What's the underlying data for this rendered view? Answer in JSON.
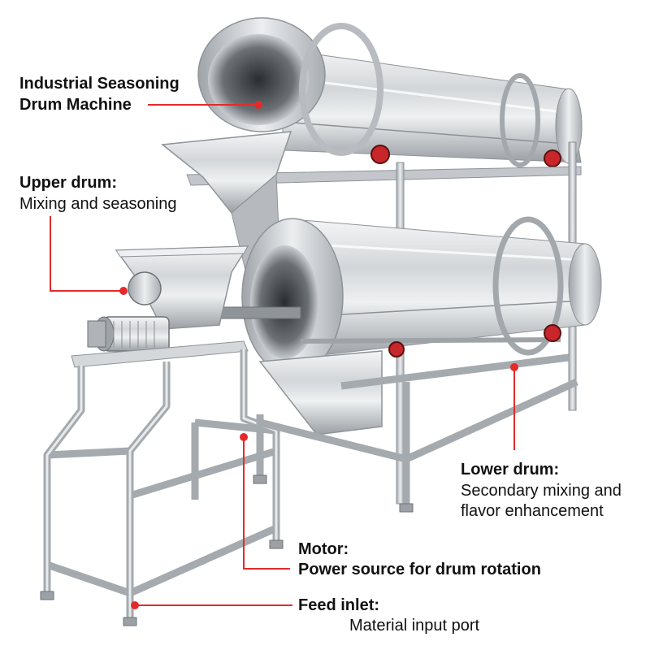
{
  "labels": {
    "machine": {
      "line1": "Industrial Seasoning",
      "line2": "Drum Machine"
    },
    "upper_drum": {
      "title": "Upper drum:",
      "desc": "Mixing and seasoning"
    },
    "lower_drum": {
      "title": "Lower drum:",
      "desc1": "Secondary mixing and",
      "desc2": "flavor enhancement"
    },
    "motor": {
      "title": "Motor:",
      "desc": "Power source for drum rotation"
    },
    "feed_inlet": {
      "title": "Feed inlet:",
      "desc": "Material input port"
    }
  },
  "colors": {
    "leader": "#e32b2b",
    "background": "#ffffff",
    "steel_light": "#e6e8ea",
    "steel_mid": "#b9bdc1",
    "steel_dark": "#7d8287",
    "roller_red": "#c8262a"
  }
}
